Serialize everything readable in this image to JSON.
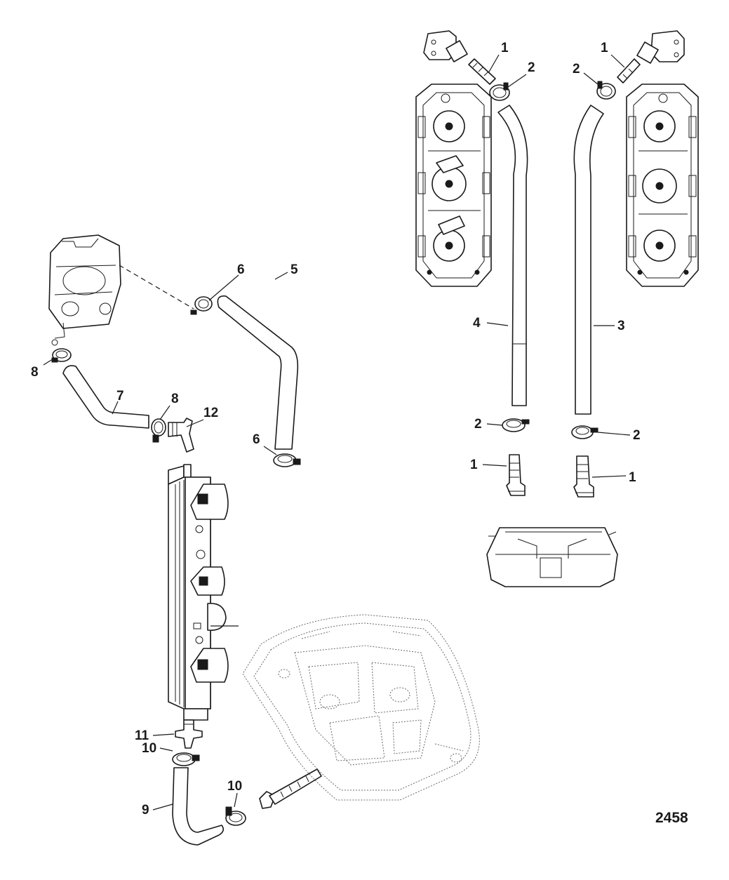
{
  "figure_number": "2458",
  "callouts": [
    {
      "id": "c-1-tl",
      "label": "1"
    },
    {
      "id": "c-2-tl",
      "label": "2"
    },
    {
      "id": "c-1-tr",
      "label": "1"
    },
    {
      "id": "c-2-tr",
      "label": "2"
    },
    {
      "id": "c-6-top",
      "label": "6"
    },
    {
      "id": "c-5",
      "label": "5"
    },
    {
      "id": "c-4",
      "label": "4"
    },
    {
      "id": "c-3",
      "label": "3"
    },
    {
      "id": "c-8-left",
      "label": "8"
    },
    {
      "id": "c-7",
      "label": "7"
    },
    {
      "id": "c-8-mid",
      "label": "8"
    },
    {
      "id": "c-12",
      "label": "12"
    },
    {
      "id": "c-6-bot",
      "label": "6"
    },
    {
      "id": "c-2-bl",
      "label": "2"
    },
    {
      "id": "c-2-br",
      "label": "2"
    },
    {
      "id": "c-1-bl",
      "label": "1"
    },
    {
      "id": "c-1-br",
      "label": "1"
    },
    {
      "id": "c-11",
      "label": "11"
    },
    {
      "id": "c-10-left",
      "label": "10"
    },
    {
      "id": "c-10-right",
      "label": "10"
    },
    {
      "id": "c-9",
      "label": "9"
    }
  ]
}
